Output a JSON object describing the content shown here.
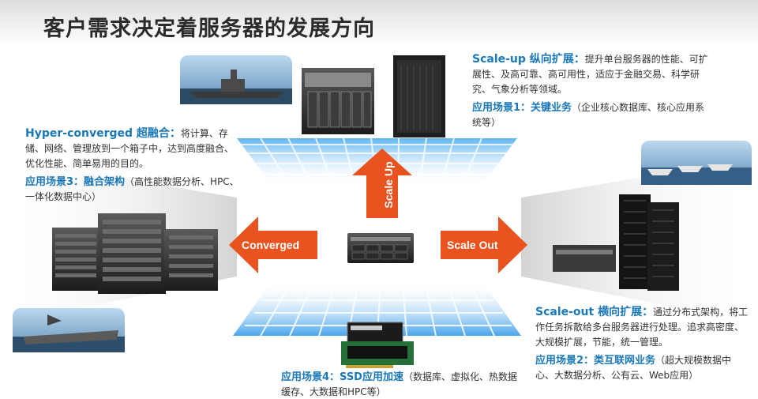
{
  "title": "客户需求决定着服务器的发展方向",
  "arrows": {
    "up": "Scale Up",
    "left": "Converged",
    "right": "Scale Out"
  },
  "scale_up": {
    "heading": "Scale-up 纵向扩展：",
    "desc": "提升单台服务器的性能、可扩展性、及高可靠、高可用性，适应于金融交易、科学研究、气象分析等领域。",
    "scene_label": "应用场景1：关键业务",
    "scene_desc": "（企业核心数据库、核心应用系统等）"
  },
  "hyper": {
    "heading": "Hyper-converged 超融合：",
    "desc": "将计算、存储、网络、管理放到一个箱子中，达到高度融合、优化性能、简单易用的目的。",
    "scene_label": "应用场景3：融合架构",
    "scene_desc": "（高性能数据分析、HPC、一体化数据中心）"
  },
  "scale_out": {
    "heading": "Scale-out 横向扩展：",
    "desc": "通过分布式架构，将工作任务拆散给多台服务器进行处理。追求高密度、大规模扩展，节能，统一管理。",
    "scene_label": "应用场景2：类互联网业务",
    "scene_desc": "（超大规模数据中心、大数据分析、公有云、Web应用）"
  },
  "ssd": {
    "scene_label": "应用场景4：SSD应用加速",
    "scene_desc": "（数据库、虚拟化、热数据缓存、大数据和HPC等）"
  },
  "colors": {
    "accent_blue": "#1a78b8",
    "arrow_orange": "#e8531f",
    "grid_blue": "#2a8fe0"
  },
  "icons": [
    "battleship-photo",
    "cargo-ships-photo",
    "aircraft-carrier-photo",
    "rack-server-icon",
    "blade-chassis-icon",
    "ssd-card-icon"
  ]
}
